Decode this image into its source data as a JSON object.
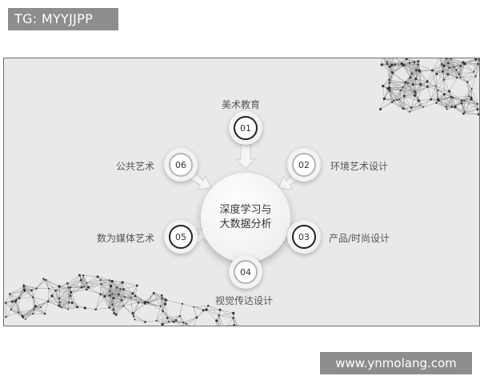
{
  "top_tag": "TG: MYYJJPP",
  "watermark_url": "www.ynmolang.com",
  "diagram": {
    "center": {
      "line1": "深度学习与",
      "line2": "大数据分析"
    },
    "nodes": [
      {
        "number": "01",
        "label": "美术教育"
      },
      {
        "number": "02",
        "label": "环境艺术设计"
      },
      {
        "number": "03",
        "label": "产品/时尚设计"
      },
      {
        "number": "04",
        "label": "视觉传达设计"
      },
      {
        "number": "05",
        "label": "数为媒体艺术"
      },
      {
        "number": "06",
        "label": "公共艺术"
      }
    ]
  },
  "colors": {
    "slide_background": "#e9e9e9",
    "tag_background": "#8d8d8d"
  }
}
